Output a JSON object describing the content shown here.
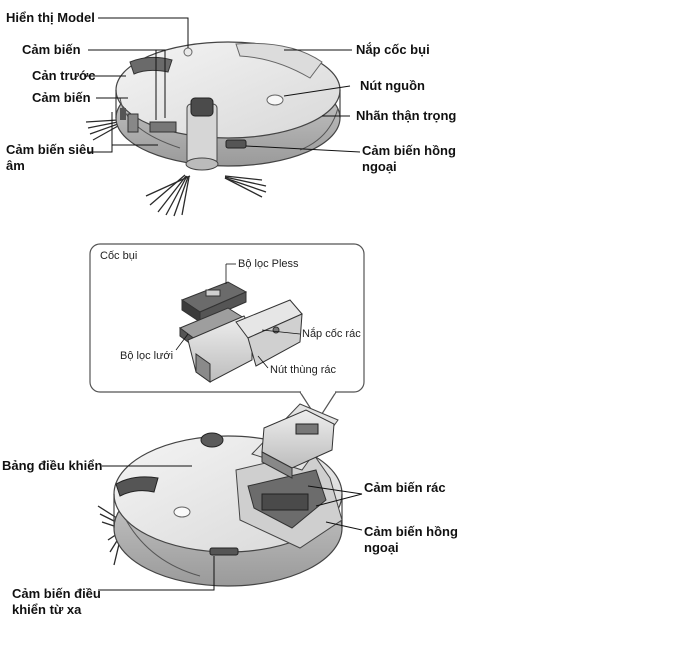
{
  "top": {
    "labels": {
      "model_display": "Hiển thị Model",
      "sensor_1": "Cảm biến",
      "front_bumper": "Cản trước",
      "sensor_2": "Cảm biến",
      "ultrasonic_sensor": "Cảm biến siêu âm",
      "dust_cup_lid": "Nắp cốc bụi",
      "power_button": "Nút nguồn",
      "caution_label": "Nhãn thận trọng",
      "infrared_sensor": "Cảm biến hồng ngoại"
    }
  },
  "inset": {
    "title": "Cốc bụi",
    "labels": {
      "pless_filter": "Bộ lọc Pless",
      "bin_lid": "Nắp cốc rác",
      "mesh_filter": "Bộ lọc lưới",
      "bin_button": "Nút thùng rác"
    }
  },
  "bottom": {
    "labels": {
      "control_panel": "Bảng điều khiển",
      "dirt_sensor": "Cảm biến rác",
      "infrared_sensor": "Cảm biến hồng ngoại",
      "remote_sensor": "Cảm biến điều khiển từ xa"
    }
  }
}
